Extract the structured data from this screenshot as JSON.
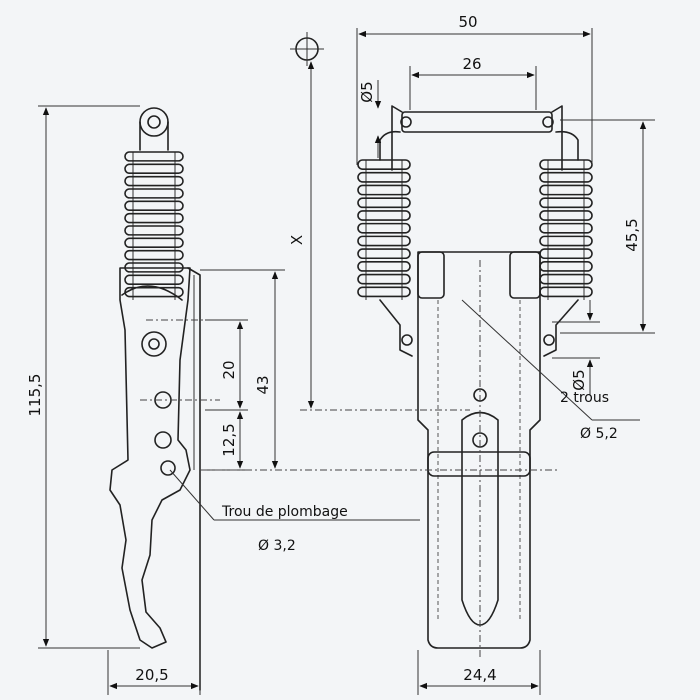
{
  "dimensions": {
    "overall_width": "50",
    "pin_length": "26",
    "pin_dia": "Ø5",
    "height_total": "115,5",
    "x_label": "X",
    "spring_height": "45,5",
    "upper_hole_dist": "20",
    "lower_dist": "12,5",
    "lever_height": "43",
    "base_width": "20,5",
    "front_width": "24,4",
    "small_hole_dia": "Ø5"
  },
  "notes": {
    "holes_count": "2 trous",
    "holes_dia": "Ø 5,2",
    "seal_hole": "Trou de plombage",
    "seal_hole_dia": "Ø 3,2"
  },
  "colors": {
    "line": "#222222",
    "background": "#f3f5f7"
  }
}
